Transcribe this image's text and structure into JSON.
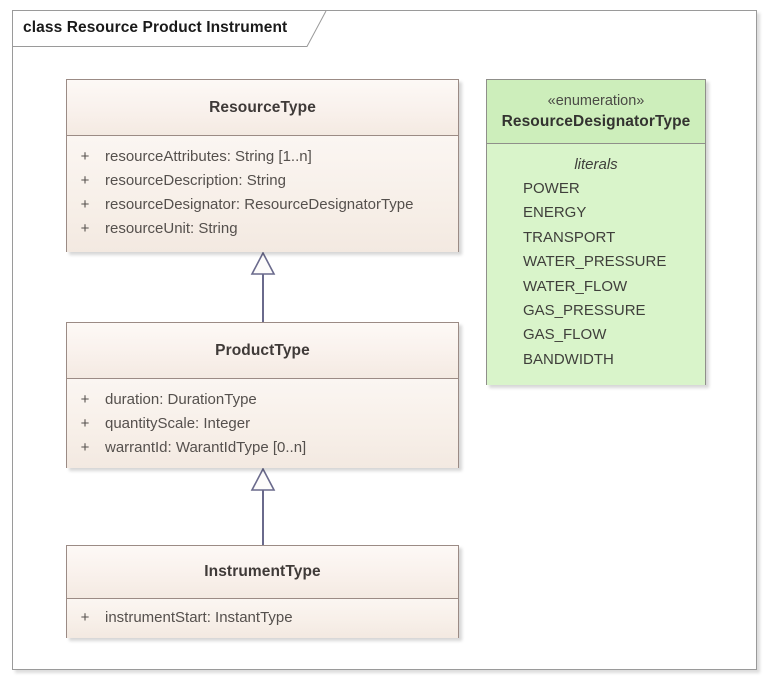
{
  "frame": {
    "tab_label": "class Resource Product Instrument"
  },
  "palette": {
    "class_fill": "#f7efe9",
    "class_header_fill": "#faf2ed",
    "class_border": "#9b8b85",
    "class_text": "#55504d",
    "class_title_text": "#3f3a38",
    "enum_fill": "#d9f4ca",
    "enum_header_fill": "#cdeebb",
    "enum_border": "#8f8f8a",
    "enum_text": "#3f3f3b",
    "connector": "#6a6a8c",
    "frame_border": "#9a9a9a",
    "page_background": "#ffffff"
  },
  "classes": [
    {
      "name": "ResourceType",
      "attributes": [
        {
          "visibility": "+",
          "text": "resourceAttributes: String [1..n]"
        },
        {
          "visibility": "+",
          "text": "resourceDescription: String"
        },
        {
          "visibility": "+",
          "text": "resourceDesignator: ResourceDesignatorType"
        },
        {
          "visibility": "+",
          "text": "resourceUnit: String"
        }
      ]
    },
    {
      "name": "ProductType",
      "attributes": [
        {
          "visibility": "+",
          "text": "duration: DurationType"
        },
        {
          "visibility": "+",
          "text": "quantityScale: Integer"
        },
        {
          "visibility": "+",
          "text": "warrantId: WarantIdType [0..n]"
        }
      ]
    },
    {
      "name": "InstrumentType",
      "attributes": [
        {
          "visibility": "+",
          "text": "instrumentStart: InstantType"
        }
      ]
    }
  ],
  "enumeration": {
    "stereotype": "«enumeration»",
    "name": "ResourceDesignatorType",
    "compartment_label": "literals",
    "literals": [
      "POWER",
      "ENERGY",
      "TRANSPORT",
      "WATER_PRESSURE",
      "WATER_FLOW",
      "GAS_PRESSURE",
      "GAS_FLOW",
      "BANDWIDTH"
    ]
  },
  "relationships": [
    {
      "type": "generalization",
      "from": "ProductType",
      "to": "ResourceType"
    },
    {
      "type": "generalization",
      "from": "InstrumentType",
      "to": "ProductType"
    }
  ]
}
